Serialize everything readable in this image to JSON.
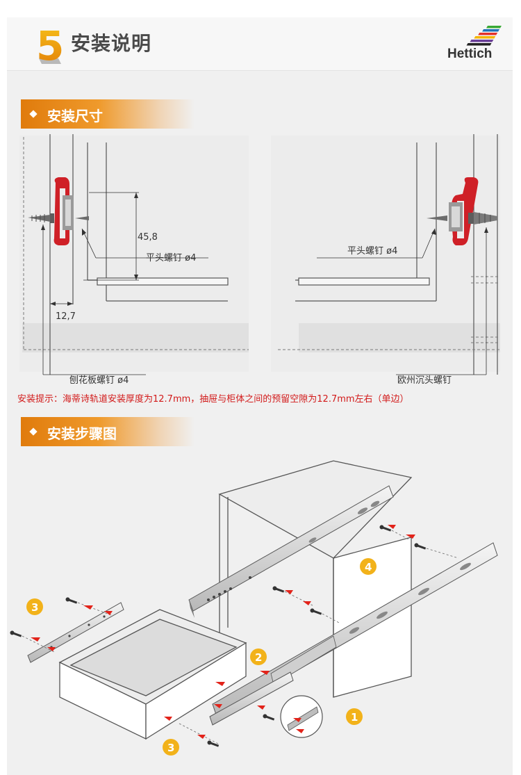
{
  "header": {
    "step_number": "5",
    "title": "安装说明",
    "logo_text": "Hettich"
  },
  "section1": {
    "title": "安装尺寸",
    "labels": {
      "height_dim": "45,8",
      "flat_screw_left": "平头螺钉 ø4",
      "flat_screw_right": "平头螺钉 ø4",
      "gap_dim": "12,7",
      "chipboard_screw": "刨花板螺钉 ø4",
      "euro_screw": "欧州沉头螺钉"
    }
  },
  "tip": "安装提示：海蒂诗轨道安装厚度为12.7mm，抽屉与柜体之间的预留空隙为12.7mm左右（单边）",
  "section2": {
    "title": "安装步骤图",
    "badges": [
      "1",
      "2",
      "3",
      "3",
      "4"
    ]
  },
  "colors": {
    "accent_orange": "#e8860f",
    "badge_yellow": "#f2b21a",
    "tip_red": "#d21a1a",
    "rail_red": "#cf2027"
  }
}
